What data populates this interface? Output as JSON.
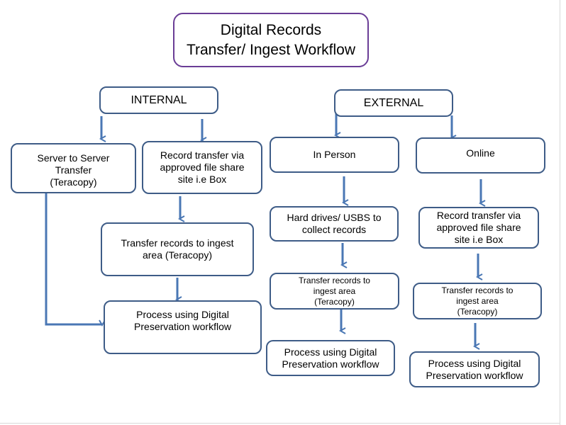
{
  "title": "Digital Records\nTransfer/ Ingest Workflow",
  "colors": {
    "box_border": "#3e5c87",
    "arrow": "#4a77b4",
    "title_border": "#6a3d96"
  },
  "internal": {
    "header": "INTERNAL",
    "server_transfer": "Server to Server\nTransfer\n(Teracopy)",
    "record_transfer": "Record transfer via\napproved file share\nsite i.e Box",
    "ingest": "Transfer records to ingest\narea (Teracopy)",
    "process": "Process using Digital\nPreservation workflow"
  },
  "external": {
    "header": "EXTERNAL",
    "in_person": {
      "label": "In Person",
      "collect": "Hard drives/ USBS to\ncollect records",
      "ingest": "Transfer records to\ningest area\n(Teracopy)",
      "process": "Process using Digital\nPreservation workflow"
    },
    "online": {
      "label": "Online",
      "record_transfer": "Record transfer via\napproved file share\nsite i.e Box",
      "ingest": "Transfer records to\ningest area\n(Teracopy)",
      "process": "Process using Digital\nPreservation workflow"
    }
  }
}
